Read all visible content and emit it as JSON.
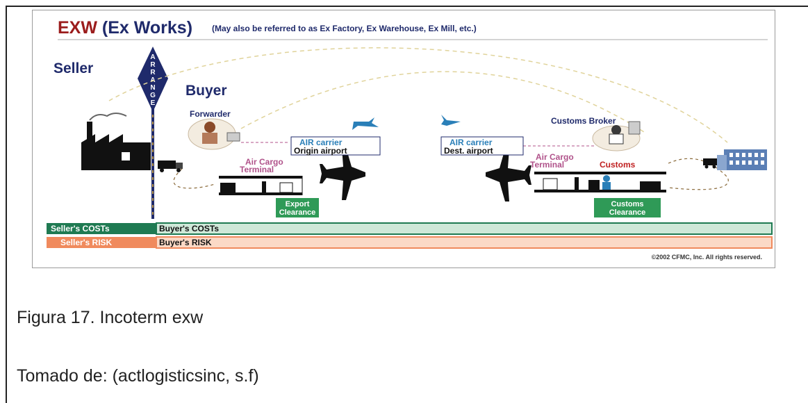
{
  "figure": {
    "title_main": "EXW (Ex Works)",
    "title_sub": "(May also be referred to as Ex Factory, Ex Warehouse, Ex Mill, etc.)",
    "seller": "Seller",
    "buyer": "Buyer",
    "arrange_letters": [
      "A",
      "R",
      "R",
      "A",
      "N",
      "G",
      "E"
    ],
    "forwarder": "Forwarder",
    "customs_broker": "Customs Broker",
    "air_carrier_origin_line1": "AIR carrier",
    "air_carrier_origin_line2": "Origin airport",
    "air_carrier_dest_line1": "AIR carrier",
    "air_carrier_dest_line2": "Dest. airport",
    "air_cargo_terminal_left_1": "Air Cargo",
    "air_cargo_terminal_left_2": "Terminal",
    "air_cargo_terminal_right_1": "Air Cargo",
    "air_cargo_terminal_right_2": "Terminal",
    "customs": "Customs",
    "export_clearance_1": "Export",
    "export_clearance_2": "Clearance",
    "customs_clearance_1": "Customs",
    "customs_clearance_2": "Clearance",
    "seller_costs": "Seller's COSTs",
    "buyer_costs": "Buyer's COSTs",
    "seller_risk": "Seller's RISK",
    "buyer_risk": "Buyer's RISK",
    "copyright": "©2002 CFMC, Inc. All rights reserved.",
    "colors": {
      "title_red": "#9b1c1c",
      "navy": "#1f2a6b",
      "cost_green": "#1f7a52",
      "cost_light": "#cfe8d8",
      "risk_orange": "#f08a5d",
      "risk_light": "#fbd9c6",
      "clearance_green": "#2f9a57",
      "terminal_pink": "#b0528a"
    }
  },
  "caption": "Figura 17. Incoterm exw",
  "source": "Tomado de: (actlogisticsinc, s.f)"
}
